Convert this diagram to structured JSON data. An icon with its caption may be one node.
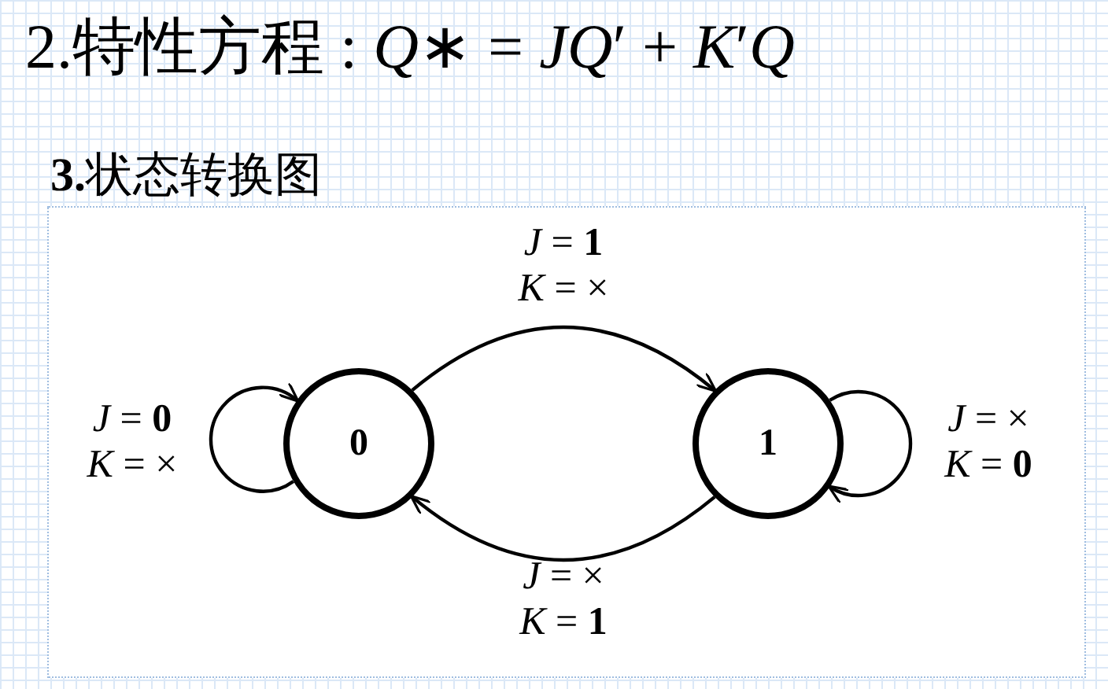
{
  "diagram": {
    "title": "2.特性方程 : *Q*∗ = *JQ*′ + *K*′*Q*",
    "nodes": [
      {
        "text": [
          "0"
        ]
      },
      {
        "text": [
          "1"
        ]
      }
    ],
    "edges": [
      {
        "from": 0,
        "to": 0,
        "arrow": "to",
        "label": "*J* = **0** *K* = ×"
      },
      {
        "from": 0,
        "to": 1,
        "arrow": "to",
        "label": "*J* = **1** *K* = ×"
      },
      {
        "from": 1,
        "to": 0,
        "arrow": "to",
        "label": "*J* = × *K* = **1**"
      },
      {
        "from": 1,
        "to": 1,
        "arrow": "to",
        "label": "*J* = × *K* = **0**"
      }
    ],
    "labels": [
      "**3.**状态转换图"
    ]
  }
}
